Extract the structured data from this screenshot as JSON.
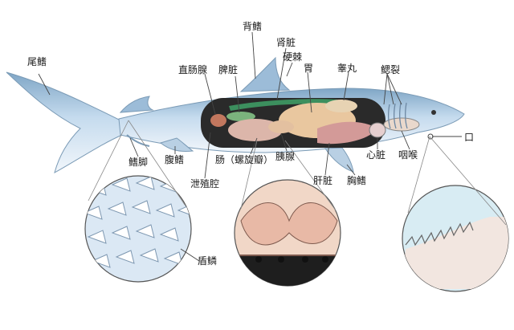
{
  "colors": {
    "body": "#c8dced",
    "body_dark": "#8fb2cf",
    "belly": "#eef4f9",
    "cavity": "#2a2a2a",
    "organ_stomach": "#e9c79f",
    "organ_liver": "#d39a98",
    "organ_intestine": "#dcb6aa",
    "kidney": "#3c8f5e",
    "line": "#444444"
  },
  "labels": {
    "dorsal_fin": "背鳍",
    "kidney": "肾脏",
    "spine": "硬棘",
    "rectal_gland": "直肠腺",
    "spleen": "脾脏",
    "stomach": "胃",
    "testis": "睾丸",
    "gill_slits": "鳃裂",
    "tail_fin": "尾鳍",
    "mouth": "口",
    "clasper": "鳍脚",
    "pelvic_fin": "腹鳍",
    "intestine": "肠（螺旋瓣）",
    "pancreas": "胰腺",
    "heart": "心脏",
    "pharynx": "咽喉",
    "cloaca": "泄殖腔",
    "liver": "肝脏",
    "pectoral_fin": "胸鳍",
    "placoid_scales": "盾鳞"
  }
}
